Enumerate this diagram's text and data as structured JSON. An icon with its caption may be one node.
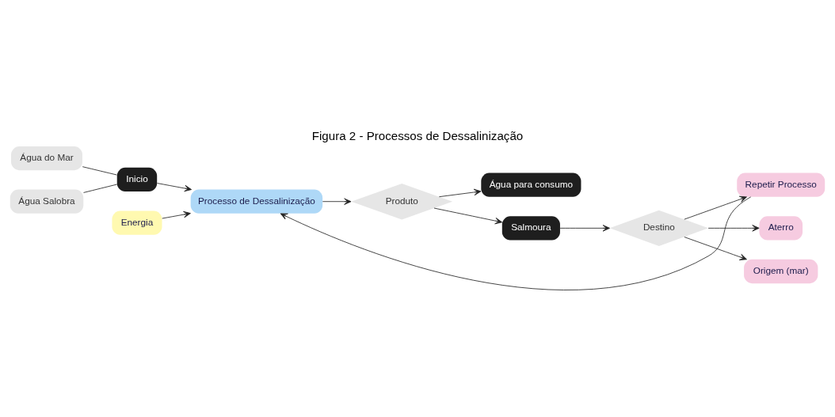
{
  "diagram": {
    "title": "Figura 2 - Processos de Dessalinização",
    "nodes": [
      {
        "text": [
          "Água do Mar"
        ]
      },
      {
        "text": [
          "Água Salobra"
        ]
      },
      {
        "text": [
          "Inicio"
        ]
      },
      {
        "text": [
          "Energia"
        ]
      },
      {
        "text": [
          "Processo de Dessalinização"
        ]
      },
      {
        "text": [
          "Produto"
        ]
      },
      {
        "text": [
          "Água para consumo"
        ]
      },
      {
        "text": [
          "Salmoura"
        ]
      },
      {
        "text": [
          "Destino"
        ]
      },
      {
        "text": [
          "Repetir Processo"
        ]
      },
      {
        "text": [
          "Aterro"
        ]
      },
      {
        "text": [
          "Origem (mar)"
        ]
      }
    ],
    "edges": [
      {
        "from": 0,
        "to": 2,
        "arrow": "none"
      },
      {
        "from": 1,
        "to": 2,
        "arrow": "none"
      },
      {
        "from": 2,
        "to": 4,
        "arrow": "to"
      },
      {
        "from": 3,
        "to": 4,
        "arrow": "to"
      },
      {
        "from": 4,
        "to": 5,
        "arrow": "to"
      },
      {
        "from": 5,
        "to": 6,
        "arrow": "to"
      },
      {
        "from": 5,
        "to": 7,
        "arrow": "to"
      },
      {
        "from": 7,
        "to": 8,
        "arrow": "to"
      },
      {
        "from": 8,
        "to": 9,
        "arrow": "to"
      },
      {
        "from": 8,
        "to": 10,
        "arrow": "to"
      },
      {
        "from": 8,
        "to": 11,
        "arrow": "to"
      },
      {
        "from": 9,
        "to": 4,
        "arrow": "to"
      }
    ]
  }
}
